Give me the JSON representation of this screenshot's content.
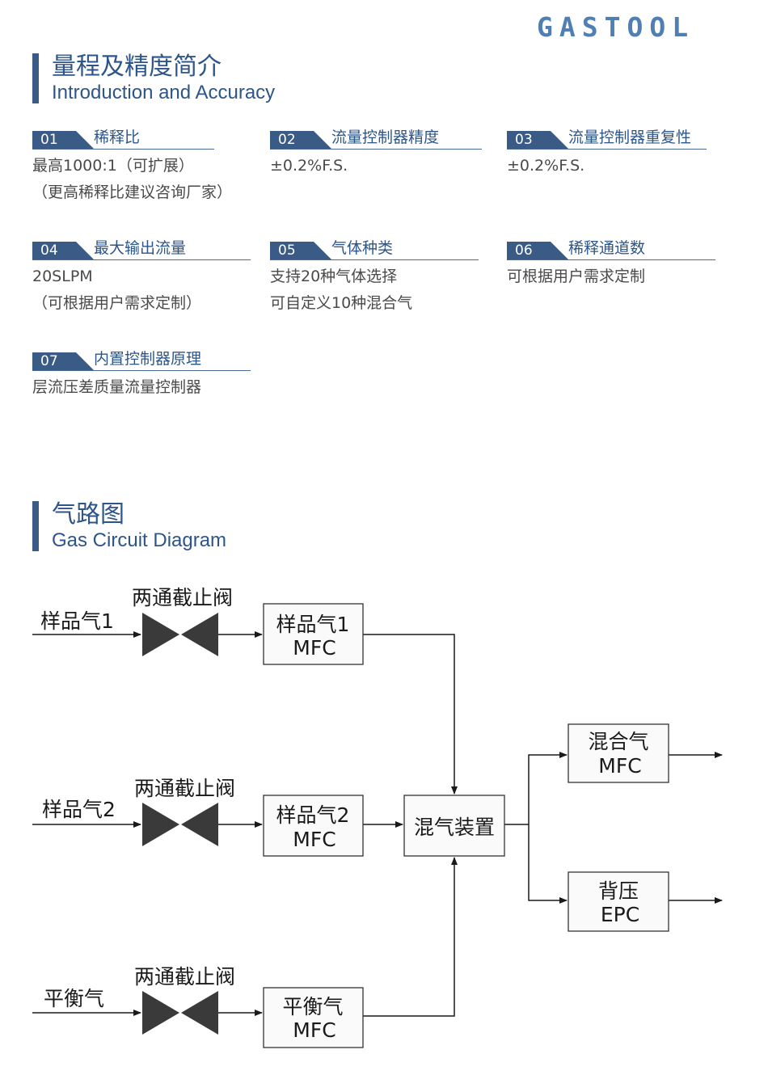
{
  "brand": "GASTOOL",
  "intro": {
    "title_zh": "量程及精度简介",
    "title_en": "Introduction and Accuracy"
  },
  "specs": [
    {
      "num": "01",
      "title": "稀释比",
      "lines": [
        "最高1000:1（可扩展）",
        "（更高稀释比建议咨询厂家）"
      ]
    },
    {
      "num": "02",
      "title": "流量控制器精度",
      "lines": [
        "±0.2%F.S."
      ]
    },
    {
      "num": "03",
      "title": "流量控制器重复性",
      "lines": [
        "±0.2%F.S."
      ]
    },
    {
      "num": "04",
      "title": "最大输出流量",
      "lines": [
        "20SLPM",
        "（可根据用户需求定制）"
      ]
    },
    {
      "num": "05",
      "title": "气体种类",
      "lines": [
        "支持20种气体选择",
        "可自定义10种混合气"
      ]
    },
    {
      "num": "06",
      "title": "稀释通道数",
      "lines": [
        "可根据用户需求定制"
      ]
    },
    {
      "num": "07",
      "title": "内置控制器原理",
      "lines": [
        "层流压差质量流量控制器"
      ]
    }
  ],
  "diagram_section": {
    "title_zh": "气路图",
    "title_en": "Gas Circuit Diagram"
  },
  "diagram": {
    "inputs": [
      "样品气1",
      "样品气2",
      "平衡气"
    ],
    "valve_label": "两通截止阀",
    "mfc1": [
      "样品气1",
      "MFC"
    ],
    "mfc2": [
      "样品气2",
      "MFC"
    ],
    "mfc3": [
      "平衡气",
      "MFC"
    ],
    "mixer": "混气装置",
    "mix_mfc": [
      "混合气",
      "MFC"
    ],
    "epc": [
      "背压",
      "EPC"
    ]
  }
}
